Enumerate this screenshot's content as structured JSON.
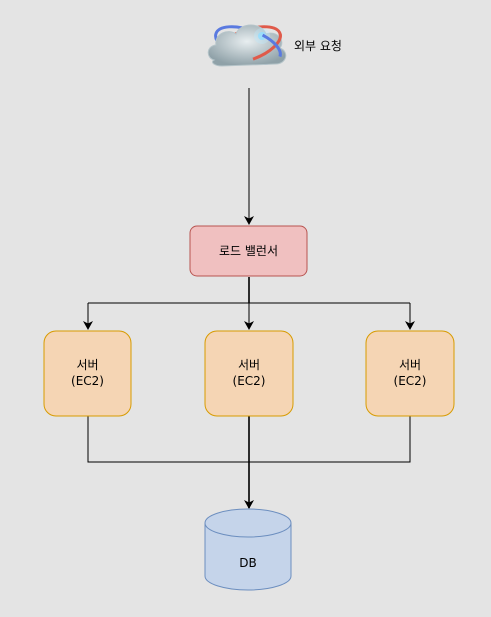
{
  "external": {
    "label": "외부 요청",
    "icon": "cloud-request-icon"
  },
  "load_balancer": {
    "label": "로드 밸런서",
    "fill": "#f0c0c0",
    "stroke": "#b85450"
  },
  "servers": [
    {
      "line1": "서버",
      "line2": "(EC2)"
    },
    {
      "line1": "서버",
      "line2": "(EC2)"
    },
    {
      "line1": "서버",
      "line2": "(EC2)"
    }
  ],
  "server_style": {
    "fill": "#f5d5b4",
    "stroke": "#d79b00"
  },
  "database": {
    "label": "DB",
    "fill": "#c5d4ea",
    "stroke": "#6c8ebf"
  },
  "edge_color": "#000000"
}
